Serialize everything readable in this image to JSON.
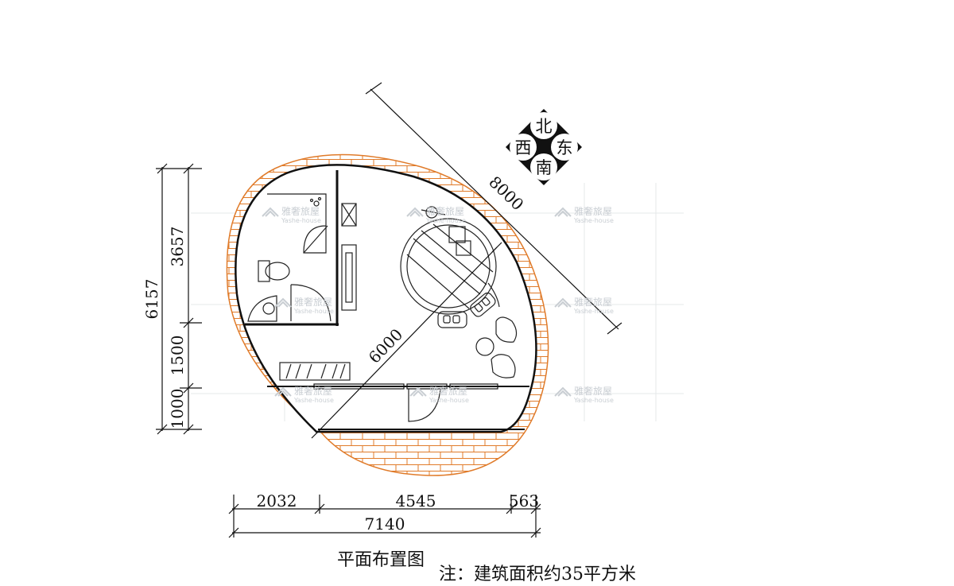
{
  "drawing": {
    "title": "平面布置图",
    "note": "注：建筑面积约35平方米"
  },
  "compass": {
    "north": "北",
    "south": "南",
    "east": "东",
    "west": "西"
  },
  "dimensions": {
    "diagonal_outer": "8000",
    "diagonal_inner": "6000",
    "left_total": "6157",
    "left_upper": "3657",
    "left_middle": "1500",
    "left_lower": "1000",
    "bottom_left": "2032",
    "bottom_middle": "4545",
    "bottom_right": "563",
    "bottom_total": "7140"
  },
  "watermark": {
    "cn": "雅奢旅屋",
    "en": "Yashe-house"
  },
  "colors": {
    "wall": "#e07b2a",
    "line": "#111111",
    "watermark": "#c9ced3"
  }
}
